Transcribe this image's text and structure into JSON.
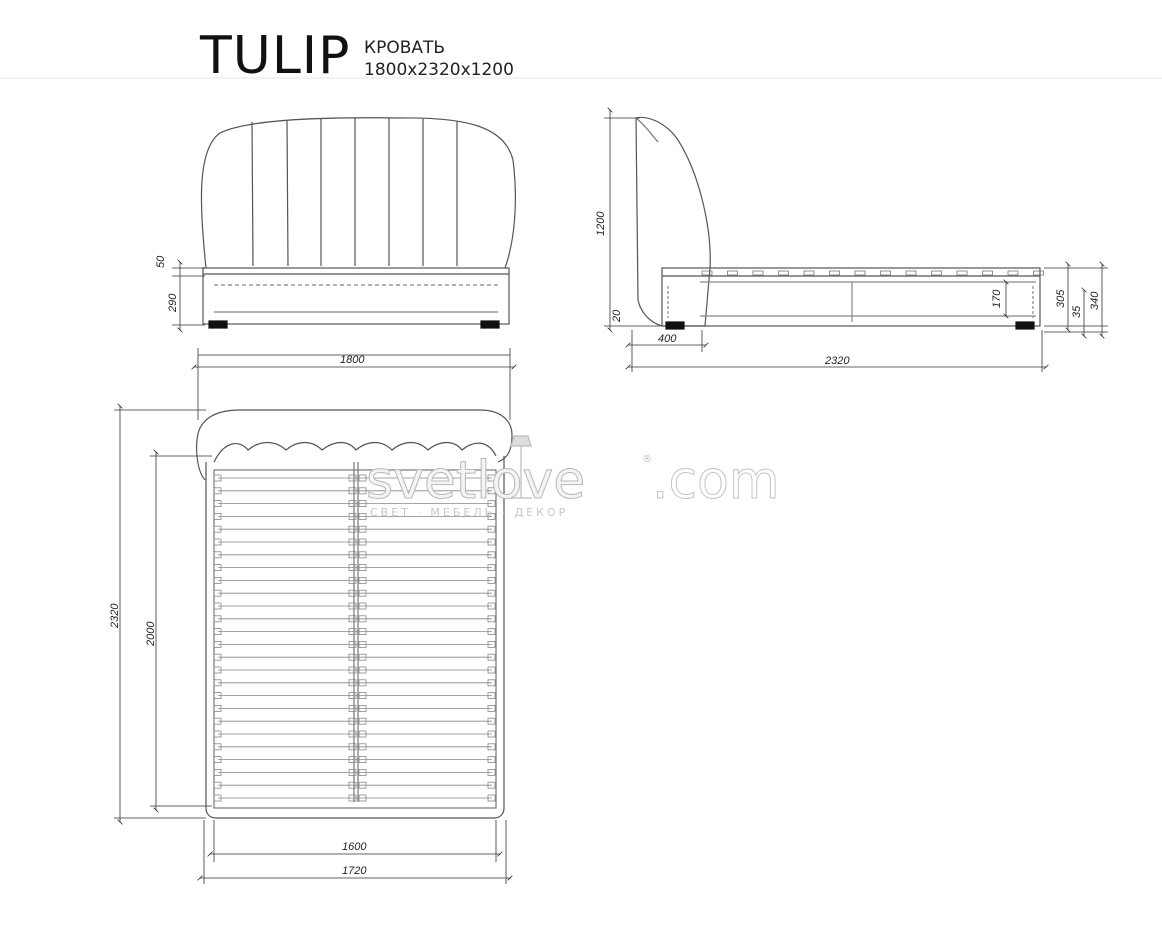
{
  "header": {
    "title": "TULIP",
    "subtitle_type": "КРОВАТЬ",
    "subtitle_size": "1800x2320x1200"
  },
  "front_view": {
    "dim_50": "50",
    "dim_290": "290",
    "dim_1800": "1800"
  },
  "side_view": {
    "dim_1200": "1200",
    "dim_20": "20",
    "dim_400": "400",
    "dim_2320": "2320",
    "dim_170": "170",
    "dim_305": "305",
    "dim_35": "35",
    "dim_340": "340"
  },
  "top_view": {
    "dim_2320": "2320",
    "dim_2000": "2000",
    "dim_1600": "1600",
    "dim_1720": "1720"
  },
  "watermark": {
    "brand": "svetlove",
    "domain": ".com",
    "tagline": "СВЕТ · МЕБЕЛЬ · ДЕКОР",
    "reg": "®"
  }
}
